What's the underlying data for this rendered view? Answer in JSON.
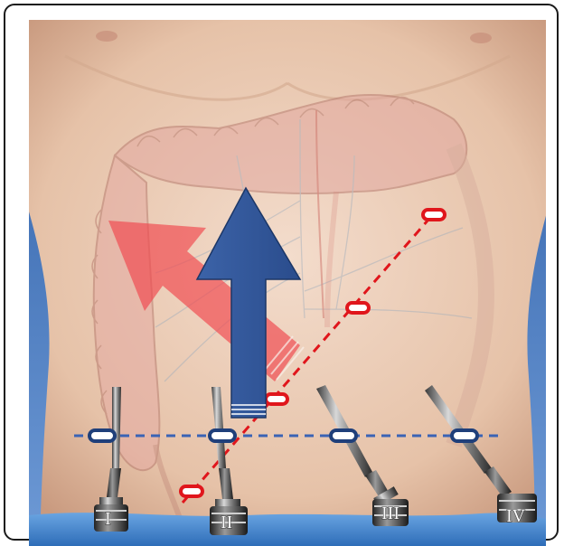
{
  "figure": {
    "ports": [
      {
        "id": "port-1",
        "label": "I"
      },
      {
        "id": "port-2",
        "label": "II"
      },
      {
        "id": "port-3",
        "label": "III"
      },
      {
        "id": "port-4",
        "label": "IV"
      }
    ],
    "colors": {
      "blue_arrow": "#2f5597",
      "red_arrow": "#f04a50",
      "red_line": "#e0161c",
      "blue_line": "#3a63b5",
      "background_blue": "#5d86c9",
      "skin": "#e8c4aa",
      "drape": "#3f7fc8"
    },
    "icons": [
      "trocar-icon",
      "port-marker-icon"
    ]
  }
}
